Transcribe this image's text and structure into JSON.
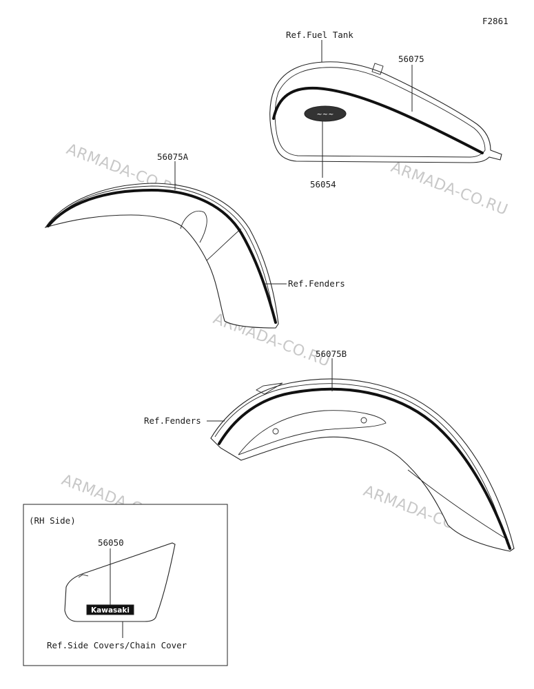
{
  "figure_code": "F2861",
  "watermark": "ARMADA-CO.RU",
  "parts": {
    "fuel_tank_ref": "Ref.Fuel Tank",
    "tank_stripe": "56075",
    "tank_emblem": "56054",
    "front_fender_stripe": "56075A",
    "front_fender_ref": "Ref.Fenders",
    "rear_fender_stripe": "56075B",
    "rear_fender_ref": "Ref.Fenders"
  },
  "inset": {
    "title": "(RH Side)",
    "part": "56050",
    "brand_badge": "Kawasaki",
    "ref": "Ref.Side Covers/Chain Cover"
  }
}
